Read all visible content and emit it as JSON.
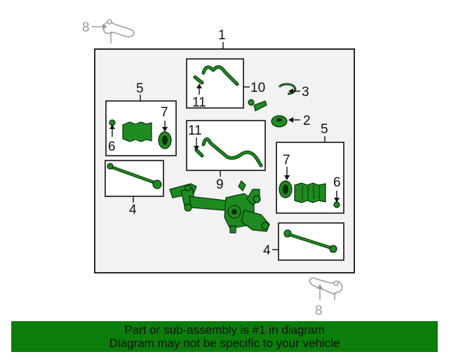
{
  "callouts": {
    "main_assembly": "1",
    "tie_rod_end_left": "8",
    "tie_rod_end_right": "8",
    "boot_kit_left": "5",
    "boot_kit_right": "5",
    "clamp_left": "6",
    "clamp_right": "6",
    "boot_clamp_left": "7",
    "boot_clamp_right": "7",
    "inner_tie_rod_left": "4",
    "inner_tie_rod_right": "4",
    "pressure_line_upper": "10",
    "line_fitting_upper": "11",
    "line_fitting_lower": "11",
    "pressure_line_lower": "9",
    "snap_ring": "3",
    "seal": "2"
  },
  "footer": {
    "line1": "Part or sub-assembly is #1 in diagram",
    "line2": "Diagram may not be specific to your vehicle"
  },
  "colors": {
    "part_fill": "#1f8a1f",
    "banner": "#0a7d0a",
    "panel": "#f2f2f2",
    "outside_part": "#9a9a9a"
  }
}
